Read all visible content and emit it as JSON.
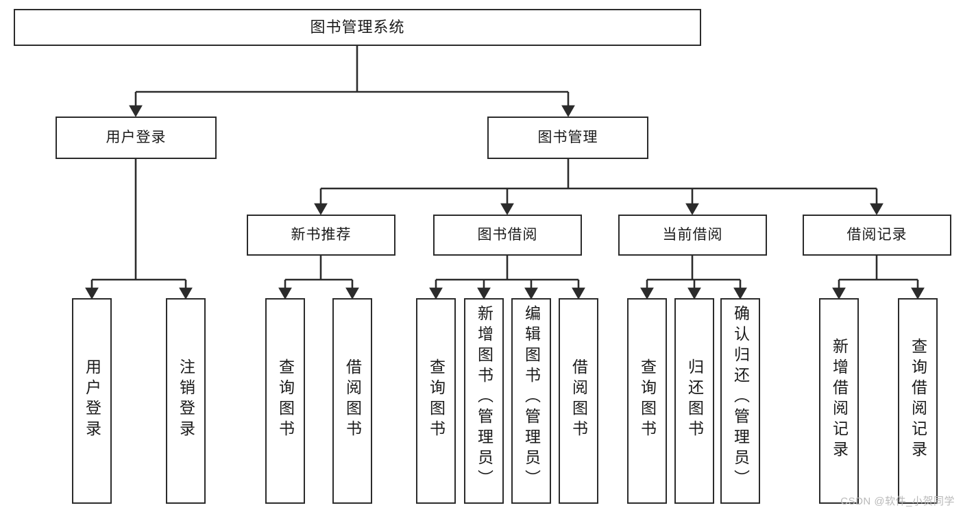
{
  "diagram": {
    "title": "图书管理系统",
    "type": "hierarchy-tree",
    "root": {
      "label": "图书管理系统"
    },
    "level2": [
      {
        "label": "用户登录"
      },
      {
        "label": "图书管理"
      }
    ],
    "level3": [
      {
        "label": "新书推荐"
      },
      {
        "label": "图书借阅"
      },
      {
        "label": "当前借阅"
      },
      {
        "label": "借阅记录"
      }
    ],
    "leaves": [
      {
        "label": "用户登录",
        "parent": "用户登录"
      },
      {
        "label": "注销登录",
        "parent": "用户登录"
      },
      {
        "label": "查询图书",
        "parent": "新书推荐"
      },
      {
        "label": "借阅图书",
        "parent": "新书推荐"
      },
      {
        "label": "查询图书",
        "parent": "图书借阅"
      },
      {
        "label": "新增图书（管理员）",
        "parent": "图书借阅"
      },
      {
        "label": "编辑图书（管理员）",
        "parent": "图书借阅"
      },
      {
        "label": "借阅图书",
        "parent": "图书借阅"
      },
      {
        "label": "查询图书",
        "parent": "当前借阅"
      },
      {
        "label": "归还图书",
        "parent": "当前借阅"
      },
      {
        "label": "确认归还（管理员）",
        "parent": "当前借阅"
      },
      {
        "label": "新增借阅记录",
        "parent": "借阅记录"
      },
      {
        "label": "查询借阅记录",
        "parent": "借阅记录"
      }
    ]
  },
  "watermark": {
    "text": "CSDN @软件_小贺同学"
  },
  "colors": {
    "border": "#2b2b2b",
    "background": "#ffffff",
    "text": "#1a1a1a",
    "watermark": "#b9b9b9"
  }
}
